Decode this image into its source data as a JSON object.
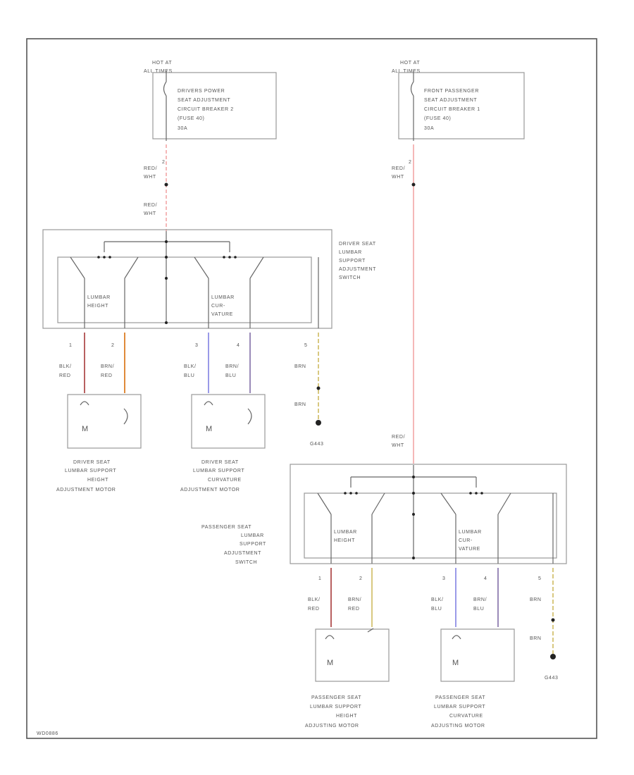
{
  "diagram_id": "WD0886",
  "colors": {
    "red_wht": "#f2a0a0",
    "blk_red": "#b86060",
    "brn_red": "#e08a3a",
    "blk_blu": "#9a9ae8",
    "brn_blu": "#9a8ab8",
    "brn": "#d8c880"
  },
  "driver": {
    "supply_label": "HOT AT ALL TIMES",
    "breaker_lines": [
      "DRIVERS POWER",
      "SEAT ADJUSTMENT",
      "CIRCUIT BREAKER 2",
      "(FUSE 40)",
      "30A"
    ],
    "pin_out": "2",
    "wire_red_1": [
      "RED/",
      "WHT"
    ],
    "wire_red_2": [
      "RED/",
      "WHT"
    ],
    "switch_lines": [
      "DRIVER SEAT",
      "LUMBAR",
      "SUPPORT",
      "ADJUSTMENT",
      "SWITCH"
    ],
    "height_label": [
      "LUMBAR",
      "HEIGHT"
    ],
    "curv_label": [
      "LUMBAR",
      "CUR-",
      "VATURE"
    ],
    "pins": [
      "1",
      "2",
      "3",
      "4",
      "5"
    ],
    "wire_labels": [
      [
        "BLK/",
        "RED"
      ],
      [
        "BRN/",
        "RED"
      ],
      [
        "BLK/",
        "BLU"
      ],
      [
        "BRN/",
        "BLU"
      ],
      [
        "BRN"
      ]
    ],
    "ground_wire": "BRN",
    "ground": "G443",
    "motor_height_lines": [
      "DRIVER SEAT",
      "LUMBAR SUPPORT",
      "HEIGHT",
      "ADJUSTMENT MOTOR"
    ],
    "motor_curv_lines": [
      "DRIVER SEAT",
      "LUMBAR SUPPORT",
      "CURVATURE",
      "ADJUSTMENT MOTOR"
    ]
  },
  "passenger": {
    "supply_label": "HOT AT ALL TIMES",
    "breaker_lines": [
      "FRONT PASSENGER",
      "SEAT ADJUSTMENT",
      "CIRCUIT BREAKER 1",
      "(FUSE 40)",
      "30A"
    ],
    "pin_out": "2",
    "wire_red_1": [
      "RED/",
      "WHT"
    ],
    "wire_red_2": [
      "RED/",
      "WHT"
    ],
    "switch_lines": [
      "PASSENGER SEAT",
      "LUMBAR",
      "SUPPORT",
      "ADJUSTMENT",
      "SWITCH"
    ],
    "height_label": [
      "LUMBAR",
      "HEIGHT"
    ],
    "curv_label": [
      "LUMBAR",
      "CUR-",
      "VATURE"
    ],
    "pins": [
      "1",
      "2",
      "3",
      "4",
      "5"
    ],
    "wire_labels": [
      [
        "BLK/",
        "RED"
      ],
      [
        "BRN/",
        "RED"
      ],
      [
        "BLK/",
        "BLU"
      ],
      [
        "BRN/",
        "BLU"
      ],
      [
        "BRN"
      ]
    ],
    "ground_wire": "BRN",
    "ground": "G443",
    "motor_height_lines": [
      "PASSENGER SEAT",
      "LUMBAR SUPPORT",
      "HEIGHT",
      "ADJUSTING MOTOR"
    ],
    "motor_curv_lines": [
      "PASSENGER SEAT",
      "LUMBAR SUPPORT",
      "CURVATURE",
      "ADJUSTING MOTOR"
    ]
  }
}
